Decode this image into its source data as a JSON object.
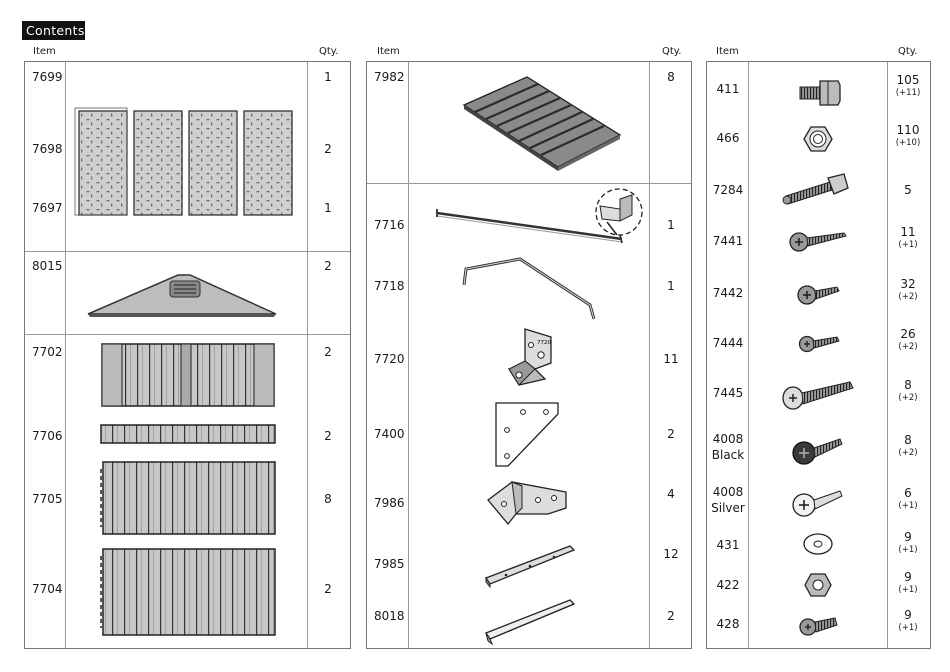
{
  "title": "Contents",
  "headers": {
    "item": "Item",
    "qty": "Qty."
  },
  "left": [
    {
      "item": "7699",
      "qty": "1"
    },
    {
      "item": "7698",
      "qty": "2"
    },
    {
      "item": "7697",
      "qty": "1"
    },
    {
      "item": "8015",
      "qty": "2"
    },
    {
      "item": "7702",
      "qty": "2"
    },
    {
      "item": "7706",
      "qty": "2"
    },
    {
      "item": "7705",
      "qty": "8"
    },
    {
      "item": "7704",
      "qty": "2"
    }
  ],
  "middle": [
    {
      "item": "7982",
      "qty": "8"
    },
    {
      "item": "7716",
      "qty": "1"
    },
    {
      "item": "7718",
      "qty": "1"
    },
    {
      "item": "7720",
      "qty": "11"
    },
    {
      "item": "7400",
      "qty": "2"
    },
    {
      "item": "7986",
      "qty": "4"
    },
    {
      "item": "7985",
      "qty": "12"
    },
    {
      "item": "8018",
      "qty": "2"
    }
  ],
  "bracket_stamp": "7720",
  "right": [
    {
      "item": "411",
      "qty": "105",
      "extra": "(+11)",
      "icon": "square-head-bolt-icon"
    },
    {
      "item": "466",
      "qty": "110",
      "extra": "(+10)",
      "icon": "flange-nut-icon"
    },
    {
      "item": "7284",
      "qty": "5",
      "extra": "",
      "icon": "long-square-head-bolt-icon"
    },
    {
      "item": "7441",
      "qty": "11",
      "extra": "(+1)",
      "icon": "phillips-screw-icon"
    },
    {
      "item": "7442",
      "qty": "32",
      "extra": "(+2)",
      "icon": "short-phillips-screw-icon"
    },
    {
      "item": "7444",
      "qty": "26",
      "extra": "(+2)",
      "icon": "small-phillips-screw-icon"
    },
    {
      "item": "7445",
      "qty": "8",
      "extra": "(+2)",
      "icon": "long-self-drilling-screw-icon"
    },
    {
      "item": "4008",
      "item2": "Black",
      "qty": "8",
      "extra": "(+2)",
      "icon": "black-screw-icon"
    },
    {
      "item": "4008",
      "item2": "Silver",
      "qty": "6",
      "extra": "(+1)",
      "icon": "silver-screw-icon"
    },
    {
      "item": "431",
      "qty": "9",
      "extra": "(+1)",
      "icon": "washer-icon"
    },
    {
      "item": "422",
      "qty": "9",
      "extra": "(+1)",
      "icon": "hex-nut-icon"
    },
    {
      "item": "428",
      "qty": "9",
      "extra": "(+1)",
      "icon": "machine-screw-icon"
    }
  ]
}
